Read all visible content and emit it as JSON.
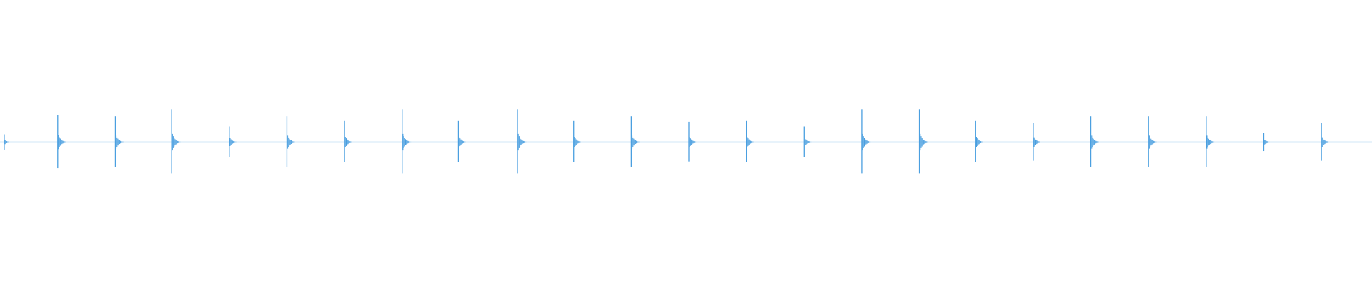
{
  "waveform": {
    "color": "#4a9fe0",
    "background": "#ffffff",
    "value_range": [
      -1,
      1
    ],
    "duration_fraction_range": [
      0,
      1
    ],
    "clicks": [
      {
        "t": 0.001,
        "amp": 0.1
      },
      {
        "t": 0.04,
        "amp": 0.35
      },
      {
        "t": 0.082,
        "amp": 0.33
      },
      {
        "t": 0.123,
        "amp": 0.42
      },
      {
        "t": 0.165,
        "amp": 0.2
      },
      {
        "t": 0.207,
        "amp": 0.33
      },
      {
        "t": 0.249,
        "amp": 0.27
      },
      {
        "t": 0.291,
        "amp": 0.42
      },
      {
        "t": 0.332,
        "amp": 0.27
      },
      {
        "t": 0.375,
        "amp": 0.42
      },
      {
        "t": 0.416,
        "amp": 0.27
      },
      {
        "t": 0.458,
        "amp": 0.33
      },
      {
        "t": 0.5,
        "amp": 0.26
      },
      {
        "t": 0.542,
        "amp": 0.27
      },
      {
        "t": 0.584,
        "amp": 0.2
      },
      {
        "t": 0.626,
        "amp": 0.42
      },
      {
        "t": 0.668,
        "amp": 0.42
      },
      {
        "t": 0.709,
        "amp": 0.27
      },
      {
        "t": 0.751,
        "amp": 0.25
      },
      {
        "t": 0.793,
        "amp": 0.33
      },
      {
        "t": 0.835,
        "amp": 0.33
      },
      {
        "t": 0.877,
        "amp": 0.33
      },
      {
        "t": 0.919,
        "amp": 0.12
      },
      {
        "t": 0.961,
        "amp": 0.25
      }
    ]
  }
}
